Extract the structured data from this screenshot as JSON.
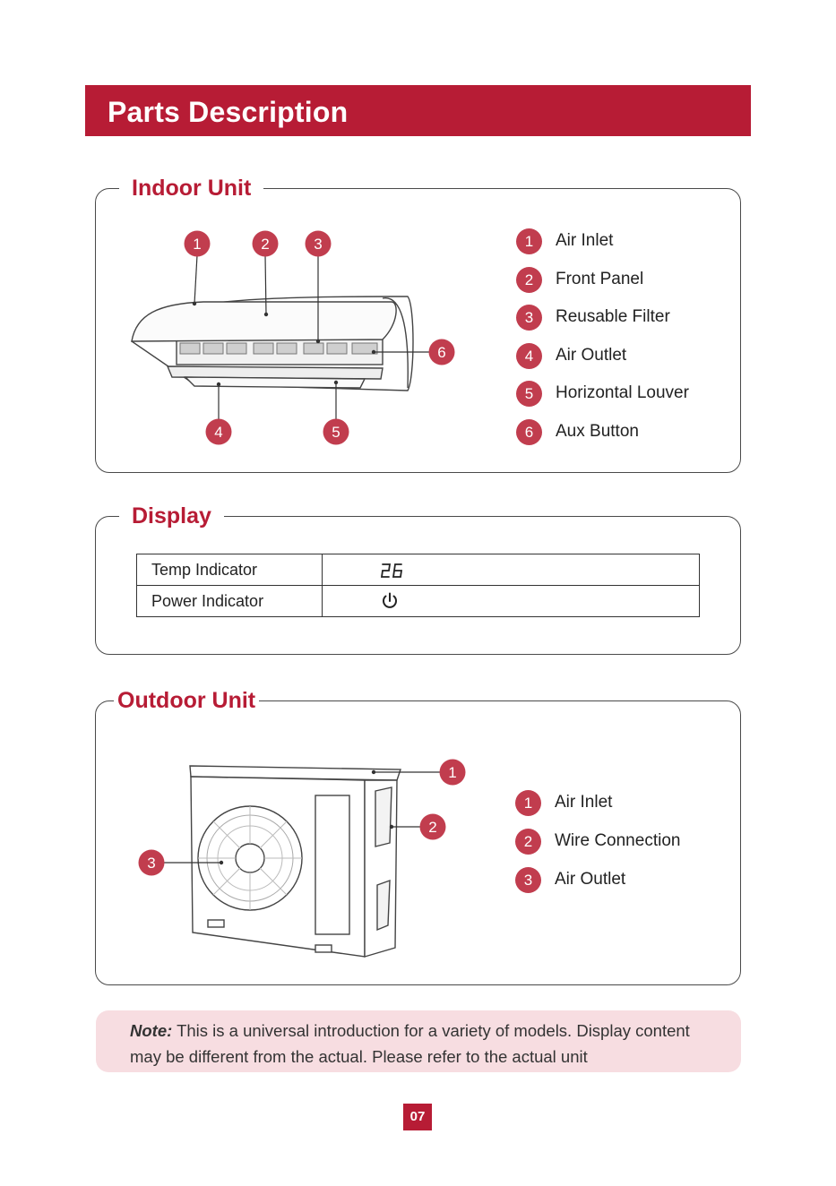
{
  "header": {
    "title": "Parts Description"
  },
  "indoor": {
    "title": "Indoor Unit",
    "callouts": [
      "1",
      "2",
      "3",
      "4",
      "5",
      "6"
    ],
    "legend": [
      {
        "num": "1",
        "label": "Air Inlet"
      },
      {
        "num": "2",
        "label": "Front Panel"
      },
      {
        "num": "3",
        "label": "Reusable Filter"
      },
      {
        "num": "4",
        "label": "Air Outlet"
      },
      {
        "num": "5",
        "label": "Horizontal Louver"
      },
      {
        "num": "6",
        "label": "Aux Button"
      }
    ]
  },
  "display": {
    "title": "Display",
    "rows": [
      {
        "label": "Temp Indicator",
        "symbol": "26",
        "symbol_icon": "seven-segment-digits-icon"
      },
      {
        "label": "Power Indicator",
        "symbol_icon": "power-icon"
      }
    ]
  },
  "outdoor": {
    "title": "Outdoor Unit",
    "callouts": [
      "1",
      "2",
      "3"
    ],
    "legend": [
      {
        "num": "1",
        "label": "Air Inlet"
      },
      {
        "num": "2",
        "label": "Wire Connection"
      },
      {
        "num": "3",
        "label": "Air Outlet"
      }
    ]
  },
  "note": {
    "prefix": "Note:",
    "text": " This is a universal introduction for a variety of models. Display content may be different from the actual. Please refer to the actual unit"
  },
  "page_number": "07",
  "colors": {
    "accent": "#b71c35",
    "callout": "#c13d4e",
    "note_bg": "#f7dde1"
  }
}
